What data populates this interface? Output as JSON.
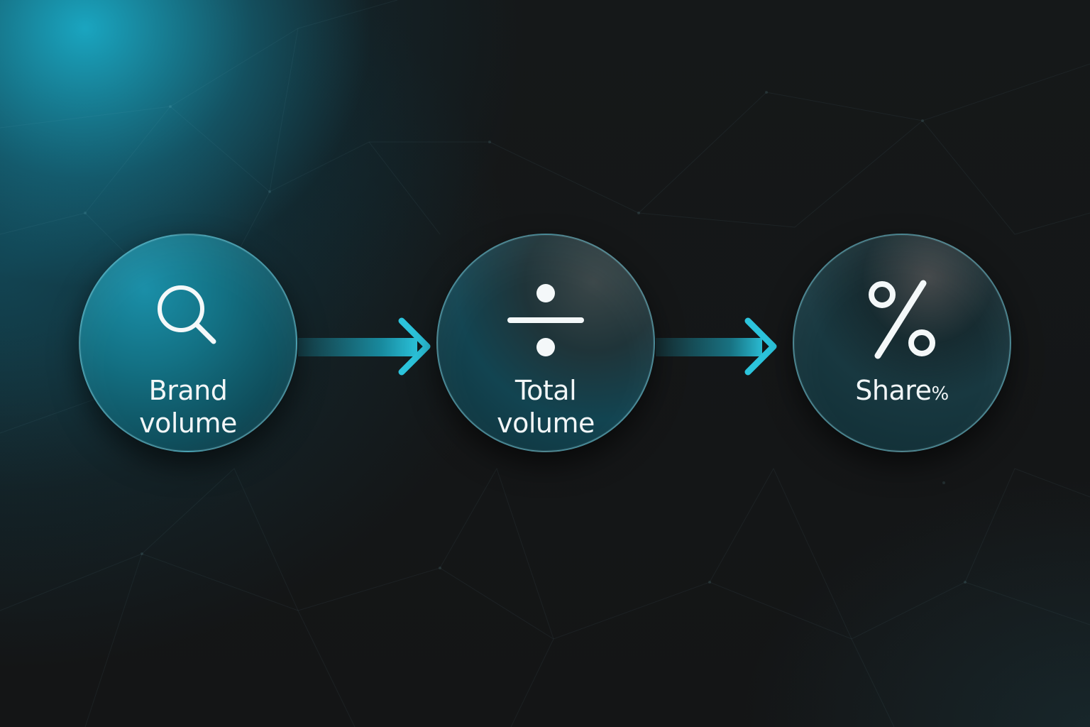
{
  "diagram": {
    "steps": [
      {
        "icon": "search-icon",
        "label_line1": "Brand",
        "label_line2": "volume"
      },
      {
        "icon": "divide-icon",
        "label_line1": "Total",
        "label_line2": "volume"
      },
      {
        "icon": "percent-icon",
        "label_main": "Share",
        "label_suffix": "%"
      }
    ],
    "connectors": [
      "arrow-right-icon",
      "arrow-right-icon"
    ],
    "colors": {
      "accent": "#1aaec8",
      "background": "#141516",
      "text": "#f2f6f7",
      "node_border": "#78c8d7"
    }
  }
}
